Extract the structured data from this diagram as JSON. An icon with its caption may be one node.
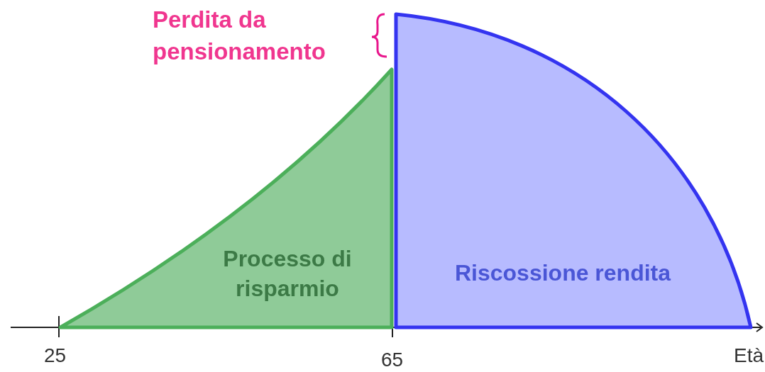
{
  "diagram": {
    "nodes": [
      {
        "text": [
          "Processo di risparmio"
        ]
      },
      {
        "text": [
          "Riscossione rendita"
        ]
      }
    ],
    "edges": [],
    "labels": [
      "Perdita da pensionamento",
      "25",
      "65",
      "Età"
    ]
  }
}
